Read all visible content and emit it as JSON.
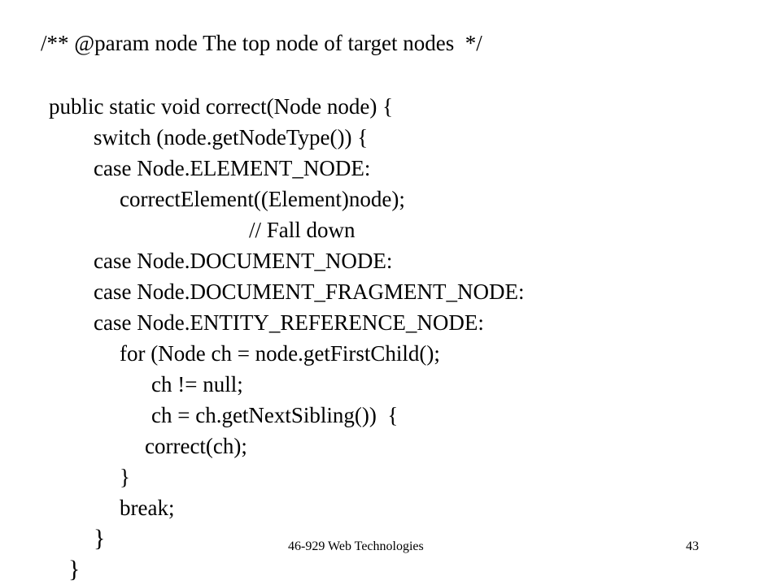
{
  "slide": {
    "code_lines": [
      "/** @param node The top node of target nodes  */",
      "public static void correct(Node node) {",
      "switch (node.getNodeType()) {",
      "case Node.ELEMENT_NODE:",
      "correctElement((Element)node);",
      "// Fall down",
      "case Node.DOCUMENT_NODE:",
      "case Node.DOCUMENT_FRAGMENT_NODE:",
      "case Node.ENTITY_REFERENCE_NODE:",
      "for (Node ch = node.getFirstChild();",
      "ch != null;",
      "ch = ch.getNextSibling())  {",
      "correct(ch);",
      "}",
      "break;",
      "}",
      "}"
    ],
    "footer": {
      "course": "46-929 Web Technologies",
      "page_number": "43"
    }
  }
}
